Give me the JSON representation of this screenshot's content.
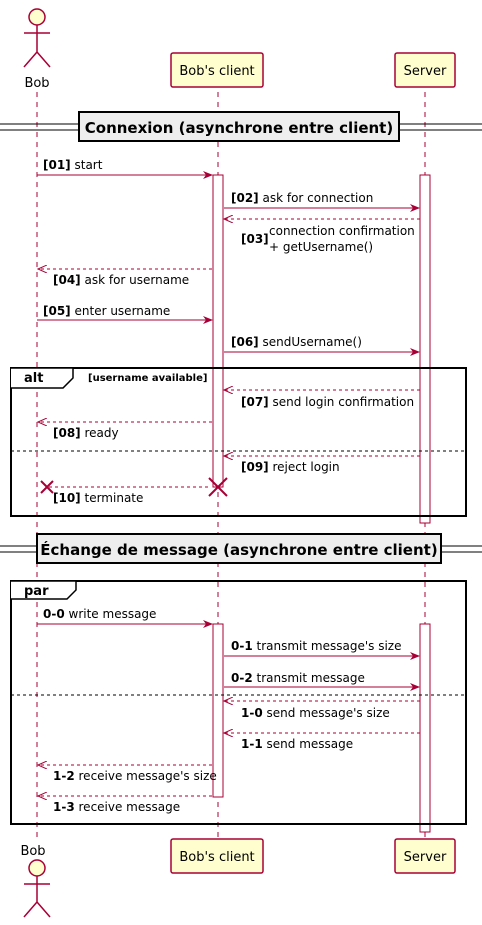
{
  "colors": {
    "arrow": "#A80036",
    "participant_fill": "#FEFECE",
    "participant_stroke": "#A80036",
    "frame_stroke": "#000000",
    "divider_fill": "#EEEEEE",
    "activation_fill": "#FFFFFF"
  },
  "participants": {
    "bob": "Bob",
    "client": "Bob's client",
    "server": "Server"
  },
  "dividers": {
    "d1": "Connexion (asynchrone entre client)",
    "d2": "Échange de message (asynchrone entre client)"
  },
  "fragments": {
    "alt": {
      "keyword": "alt",
      "guard": "[username available]"
    },
    "par": {
      "keyword": "par"
    }
  },
  "messages": [
    {
      "num": "[01]",
      "text": "start"
    },
    {
      "num": "[02]",
      "text": "ask for connection"
    },
    {
      "num": "[03]",
      "text": "connection confirmation",
      "text2": "+ getUsername()"
    },
    {
      "num": "[04]",
      "text": "ask for username"
    },
    {
      "num": "[05]",
      "text": "enter username"
    },
    {
      "num": "[06]",
      "text": "sendUsername()"
    },
    {
      "num": "[07]",
      "text": "send login confirmation"
    },
    {
      "num": "[08]",
      "text": "ready"
    },
    {
      "num": "[09]",
      "text": "reject login"
    },
    {
      "num": "[10]",
      "text": "terminate"
    },
    {
      "num": "0-0",
      "text": "write message"
    },
    {
      "num": "0-1",
      "text": "transmit message's size"
    },
    {
      "num": "0-2",
      "text": "transmit message"
    },
    {
      "num": "1-0",
      "text": "send message's size"
    },
    {
      "num": "1-1",
      "text": "send message"
    },
    {
      "num": "1-2",
      "text": "receive message's size"
    },
    {
      "num": "1-3",
      "text": "receive message"
    }
  ]
}
